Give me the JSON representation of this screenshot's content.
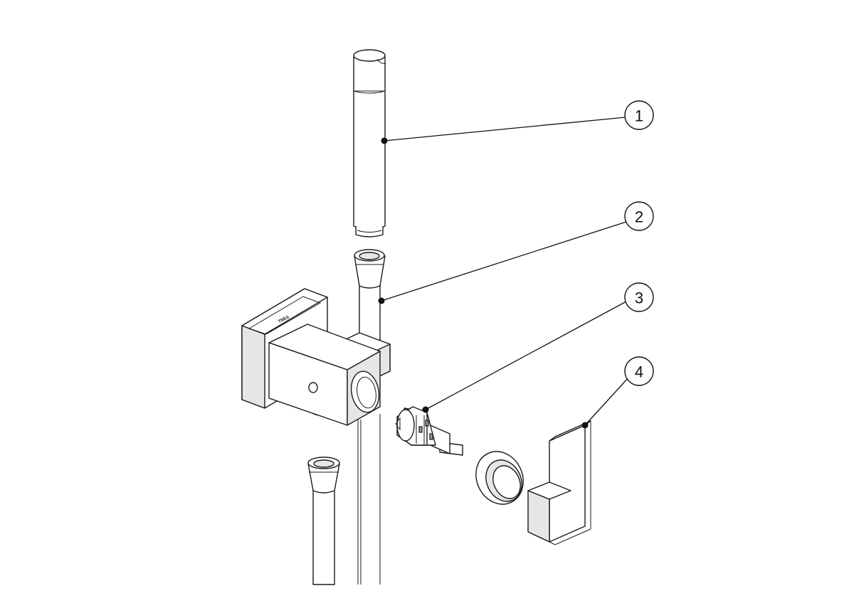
{
  "callouts": [
    {
      "id": "1",
      "label": "1"
    },
    {
      "id": "2",
      "label": "2"
    },
    {
      "id": "3",
      "label": "3"
    },
    {
      "id": "4",
      "label": "4"
    }
  ],
  "brand_mark": "TRES",
  "colors": {
    "line": "#1a1a1a",
    "fill": "#ffffff",
    "shade": "#e6e6e6"
  }
}
